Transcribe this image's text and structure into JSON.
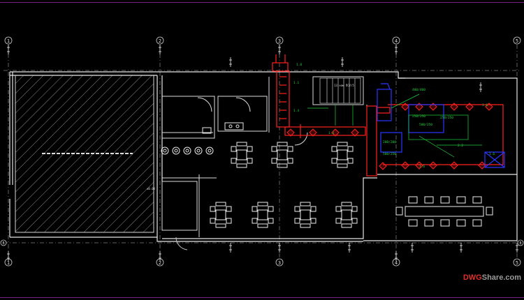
{
  "grid": {
    "cols": [
      "1",
      "2",
      "3",
      "4",
      "5"
    ],
    "rows": [
      "B"
    ]
  },
  "room_labels": {
    "stair_note": "13 ном ПСУ/5",
    "level_mark": "±0.00"
  },
  "hvac_labels": [
    "400/400",
    "250/250",
    "500/250",
    "200/200",
    "1.6",
    "1.3",
    "1.4",
    "1.1",
    "2.2",
    "1.8"
  ],
  "watermark": {
    "part1": "DWG",
    "part2": "Share.com"
  },
  "colors": {
    "walls": "#e6e6e6",
    "hatch": "#9c9c9c",
    "supply_duct": "#ff1f1f",
    "exhaust_duct": "#2a36ff",
    "dims": "#22d33a",
    "axes": "#cfcfcf",
    "frame": "#7a1f86"
  }
}
